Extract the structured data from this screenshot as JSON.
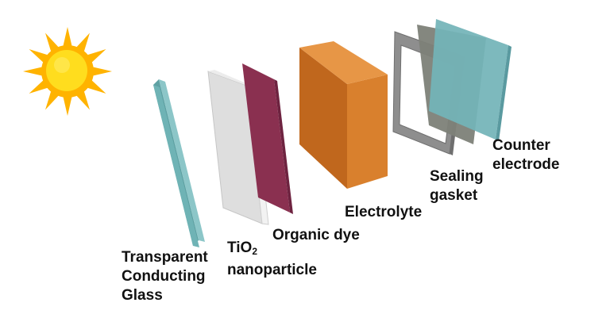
{
  "colors": {
    "glass": "#6fb3b5",
    "glass_edge": "#5ea1a3",
    "tio2": "#d9d9d9",
    "dye": "#8a3050",
    "electrolyte": "#cf7626",
    "gasket": "#8e8e8e",
    "counter_electrode": "#73b4b8",
    "sun": "#ffb300",
    "sun_core": "#ffdd1e"
  },
  "icons": {
    "sun": "sun-icon"
  },
  "labels": {
    "glass": [
      "Transparent",
      "Conducting",
      "Glass"
    ],
    "tio2_base": "TiO",
    "tio2_sub": "2",
    "tio2_line2": "nanoparticle",
    "dye": "Organic dye",
    "electrolyte": "Electrolyte",
    "gasket": [
      "Sealing",
      "gasket"
    ],
    "counter": [
      "Counter",
      "electrode"
    ]
  }
}
